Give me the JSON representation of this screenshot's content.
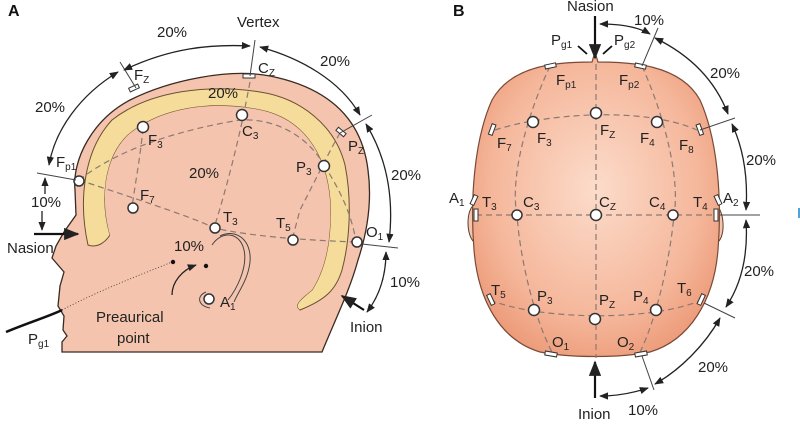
{
  "panels": {
    "a": {
      "label": "A",
      "landmarks": {
        "vertex": "Vertex",
        "nasion": "Nasion",
        "inion": "Inion",
        "preauricular_line1": "Preaurical",
        "preauricular_line2": "point"
      },
      "percentages": {
        "fz_cz": "20%",
        "cz_pz": "20%",
        "fp1_fz": "20%",
        "c3_top": "20%",
        "t3_c3": "20%",
        "pz_o1": "20%",
        "nasion_fp1": "10%",
        "o1_inion": "10%",
        "preauricular": "10%"
      },
      "electrodes": [
        {
          "id": "fp1",
          "main": "F",
          "sub": "p1"
        },
        {
          "id": "fz",
          "main": "F",
          "sub": "Z"
        },
        {
          "id": "cz",
          "main": "C",
          "sub": "Z"
        },
        {
          "id": "pz",
          "main": "P",
          "sub": "Z"
        },
        {
          "id": "f3",
          "main": "F",
          "sub": "3"
        },
        {
          "id": "c3",
          "main": "C",
          "sub": "3"
        },
        {
          "id": "p3",
          "main": "P",
          "sub": "3"
        },
        {
          "id": "f7",
          "main": "F",
          "sub": "7"
        },
        {
          "id": "t3",
          "main": "T",
          "sub": "3"
        },
        {
          "id": "t5",
          "main": "T",
          "sub": "5"
        },
        {
          "id": "o1",
          "main": "O",
          "sub": "1"
        },
        {
          "id": "a1",
          "main": "A",
          "sub": "1"
        },
        {
          "id": "pg1",
          "main": "P",
          "sub": "g1"
        }
      ]
    },
    "b": {
      "label": "B",
      "landmarks": {
        "nasion": "Nasion",
        "inion": "Inion"
      },
      "percentages": {
        "top_10": "10%",
        "right_upper_20": "20%",
        "right_mid_20": "20%",
        "right_lower_20": "20%",
        "bottom_20": "20%",
        "bottom_10": "10%"
      },
      "electrodes": [
        {
          "id": "pg1",
          "main": "P",
          "sub": "g1"
        },
        {
          "id": "pg2",
          "main": "P",
          "sub": "g2"
        },
        {
          "id": "fp1",
          "main": "F",
          "sub": "p1"
        },
        {
          "id": "fp2",
          "main": "F",
          "sub": "p2"
        },
        {
          "id": "f7",
          "main": "F",
          "sub": "7"
        },
        {
          "id": "f3",
          "main": "F",
          "sub": "3"
        },
        {
          "id": "fz",
          "main": "F",
          "sub": "Z"
        },
        {
          "id": "f4",
          "main": "F",
          "sub": "4"
        },
        {
          "id": "f8",
          "main": "F",
          "sub": "8"
        },
        {
          "id": "a1",
          "main": "A",
          "sub": "1"
        },
        {
          "id": "t3",
          "main": "T",
          "sub": "3"
        },
        {
          "id": "c3",
          "main": "C",
          "sub": "3"
        },
        {
          "id": "cz",
          "main": "C",
          "sub": "Z"
        },
        {
          "id": "c4",
          "main": "C",
          "sub": "4"
        },
        {
          "id": "t4",
          "main": "T",
          "sub": "4"
        },
        {
          "id": "a2",
          "main": "A",
          "sub": "2"
        },
        {
          "id": "t5",
          "main": "T",
          "sub": "5"
        },
        {
          "id": "p3",
          "main": "P",
          "sub": "3"
        },
        {
          "id": "pz",
          "main": "P",
          "sub": "Z"
        },
        {
          "id": "p4",
          "main": "P",
          "sub": "4"
        },
        {
          "id": "t6",
          "main": "T",
          "sub": "6"
        },
        {
          "id": "o1",
          "main": "O",
          "sub": "1"
        },
        {
          "id": "o2",
          "main": "O",
          "sub": "2"
        }
      ]
    }
  },
  "colors": {
    "skin": "#f5c4ae",
    "skull": "#f6dc9a",
    "head_top": "#f0a585"
  }
}
